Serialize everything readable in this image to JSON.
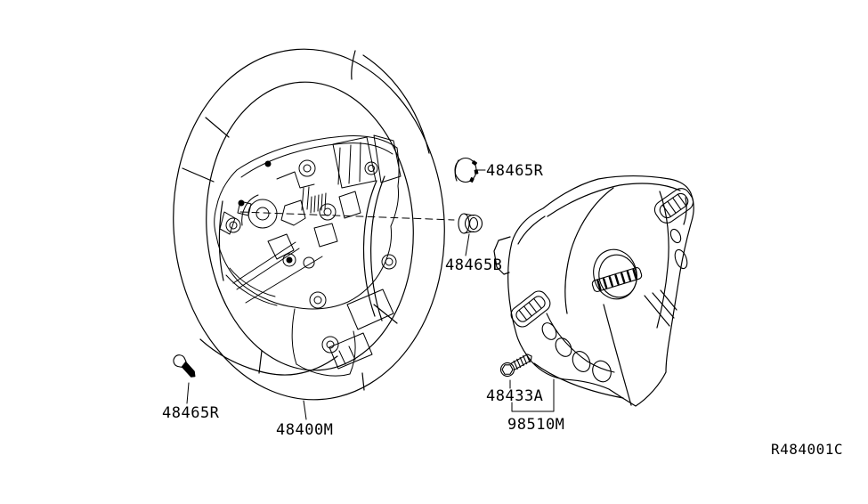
{
  "diagram": {
    "ref_code": "R484001C",
    "colors": {
      "background": "#ffffff",
      "line": "#000000"
    },
    "callouts": {
      "cap": {
        "label": "48465R",
        "prefix": "-"
      },
      "grommet": {
        "label": "48465B"
      },
      "steering_wheel": {
        "label": "48400M"
      },
      "screw": {
        "label": "48465R"
      },
      "bolt": {
        "label": "48433A"
      },
      "airbag_module": {
        "label": "98510M"
      }
    }
  }
}
